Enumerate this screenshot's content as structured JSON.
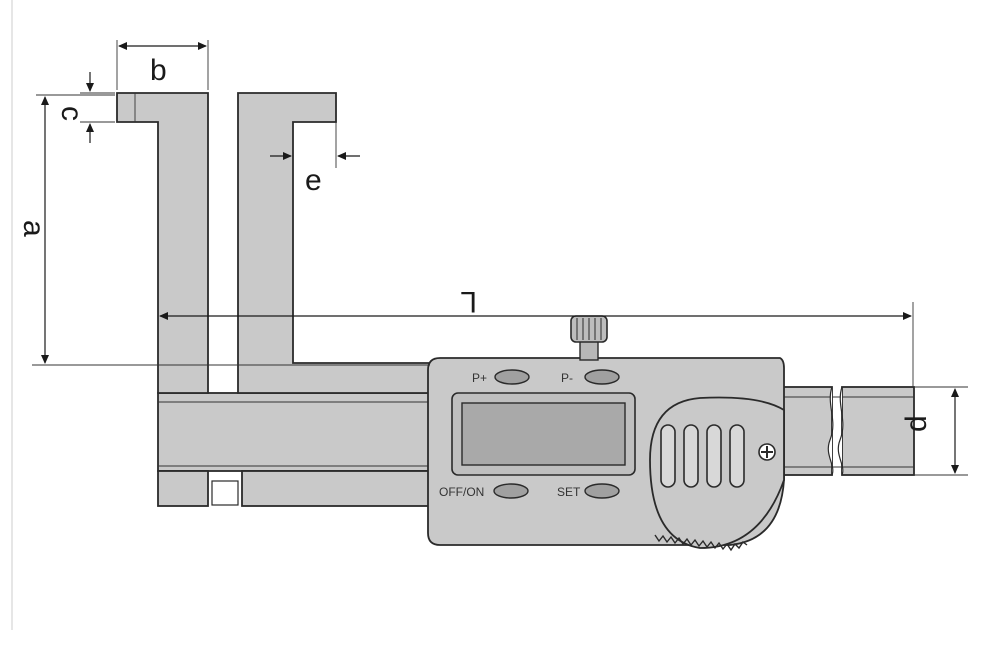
{
  "dimensions": {
    "a": "a",
    "b": "b",
    "c": "c",
    "d": "d",
    "e": "e",
    "L": "L"
  },
  "buttons": {
    "p_plus": "P+",
    "p_minus": "P-",
    "off_on": "OFF/ON",
    "set": "SET"
  },
  "colors": {
    "body": "#c9c9c9",
    "display": "#a9a9a9",
    "outline": "#2a2a2a"
  }
}
